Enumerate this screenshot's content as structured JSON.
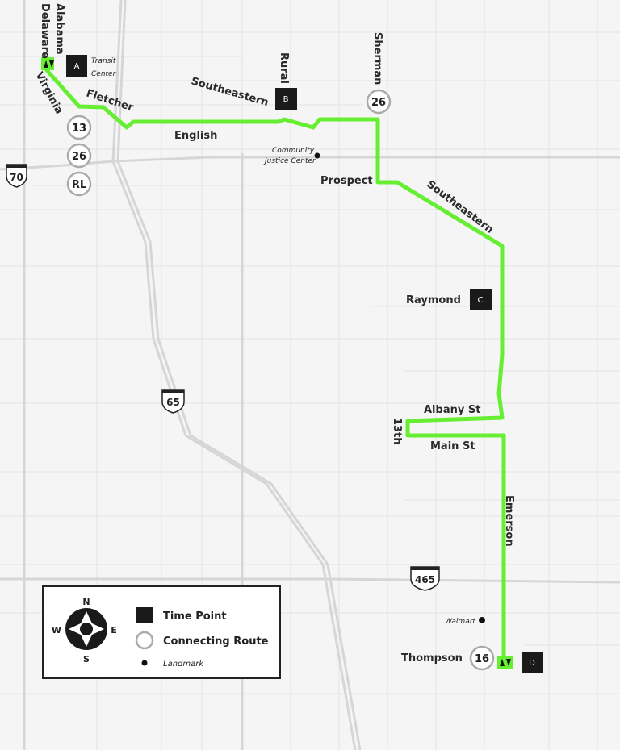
{
  "route": {
    "color": "#66ee33",
    "streets": {
      "alabama": "Alabama",
      "delaware": "Delaware",
      "virginia": "Virginia",
      "fletcher": "Fletcher",
      "southeastern_1": "Southeastern",
      "rural": "Rural",
      "english": "English",
      "sherman": "Sherman",
      "prospect": "Prospect",
      "southeastern_2": "Southeastern",
      "raymond": "Raymond",
      "albany": "Albany St",
      "thirteenth": "13th",
      "main": "Main St",
      "emerson": "Emerson",
      "thompson": "Thompson"
    }
  },
  "time_points": {
    "a": "A",
    "b": "B",
    "c": "C",
    "d": "D"
  },
  "connecting_routes": {
    "r13": "13",
    "r26_west": "26",
    "rl": "RL",
    "r26_sherman": "26",
    "r16": "16"
  },
  "interstates": {
    "i70": "70",
    "i65": "65",
    "i465": "465"
  },
  "landmarks": {
    "transit_center_line1": "Transit",
    "transit_center_line2": "Center",
    "community_justice_line1": "Community",
    "community_justice_line2": "Justice Center",
    "walmart": "Walmart"
  },
  "legend": {
    "time_point": "Time Point",
    "connecting_route": "Connecting Route",
    "landmark": "Landmark"
  },
  "compass": {
    "n": "N",
    "s": "S",
    "e": "E",
    "w": "W"
  }
}
